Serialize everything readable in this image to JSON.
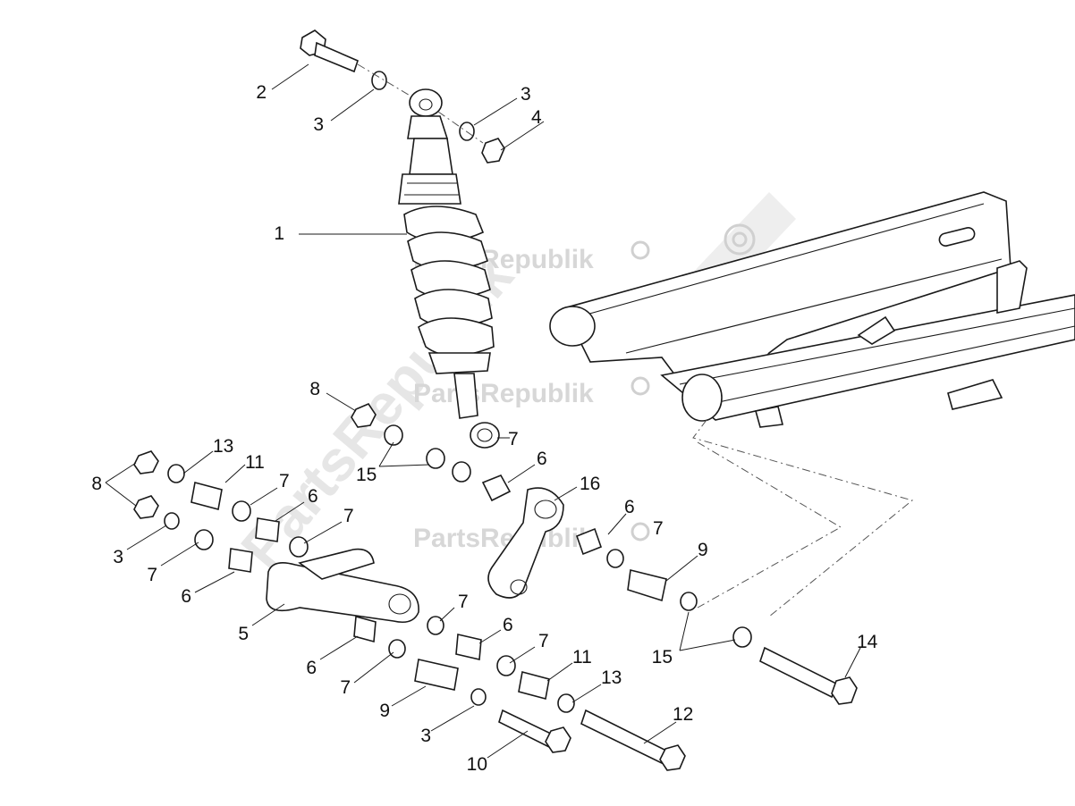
{
  "watermark": {
    "brand": "PartsRepublik",
    "diagonal": "PartsRepublik"
  },
  "callouts": [
    "1",
    "2",
    "3",
    "3",
    "4",
    "8",
    "15",
    "7",
    "6",
    "16",
    "13",
    "11",
    "7",
    "6",
    "7",
    "8",
    "3",
    "7",
    "6",
    "5",
    "7",
    "6",
    "7",
    "6",
    "7",
    "9",
    "11",
    "13",
    "9",
    "15",
    "14",
    "12",
    "10",
    "3",
    "6",
    "7"
  ]
}
